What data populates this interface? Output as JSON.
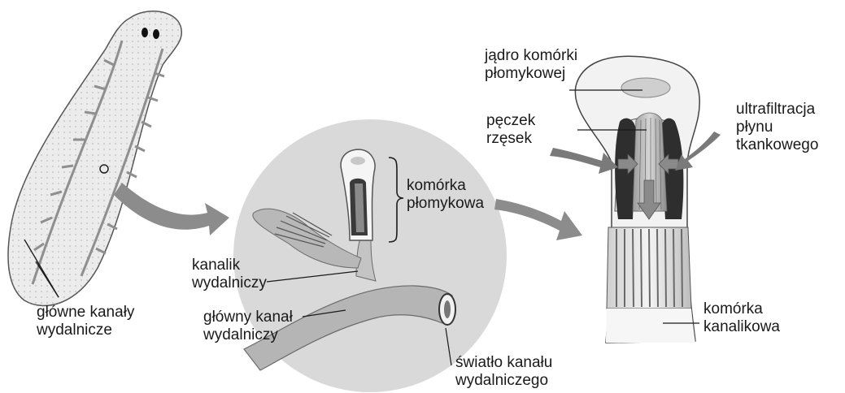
{
  "labels": {
    "main_canals": [
      "główne kanały",
      "wydalnicze"
    ],
    "flame_cell": [
      "komórka",
      "płomykowa"
    ],
    "excretory_tubule": [
      "kanalik",
      "wydalniczy"
    ],
    "main_canal": [
      "główny kanał",
      "wydalniczy"
    ],
    "canal_lumen": [
      "światło kanału",
      "wydalniczego"
    ],
    "nucleus": [
      "jądro komórki",
      "płomykowej"
    ],
    "cilia_bundle": [
      "pęczek",
      "rzęsek"
    ],
    "ultrafiltration": [
      "ultrafiltracja",
      "płynu",
      "tkankowego"
    ],
    "tubule_cell": [
      "komórka",
      "kanalikowa"
    ]
  },
  "colors": {
    "ink": "#1a1a1a",
    "arrow_gray": "#8c8c8c",
    "circle_fill": "#d9d9d9",
    "body_fill": "#efefef",
    "canal_fill": "#a9a9a9",
    "dark_wall": "#2e2e2e"
  }
}
